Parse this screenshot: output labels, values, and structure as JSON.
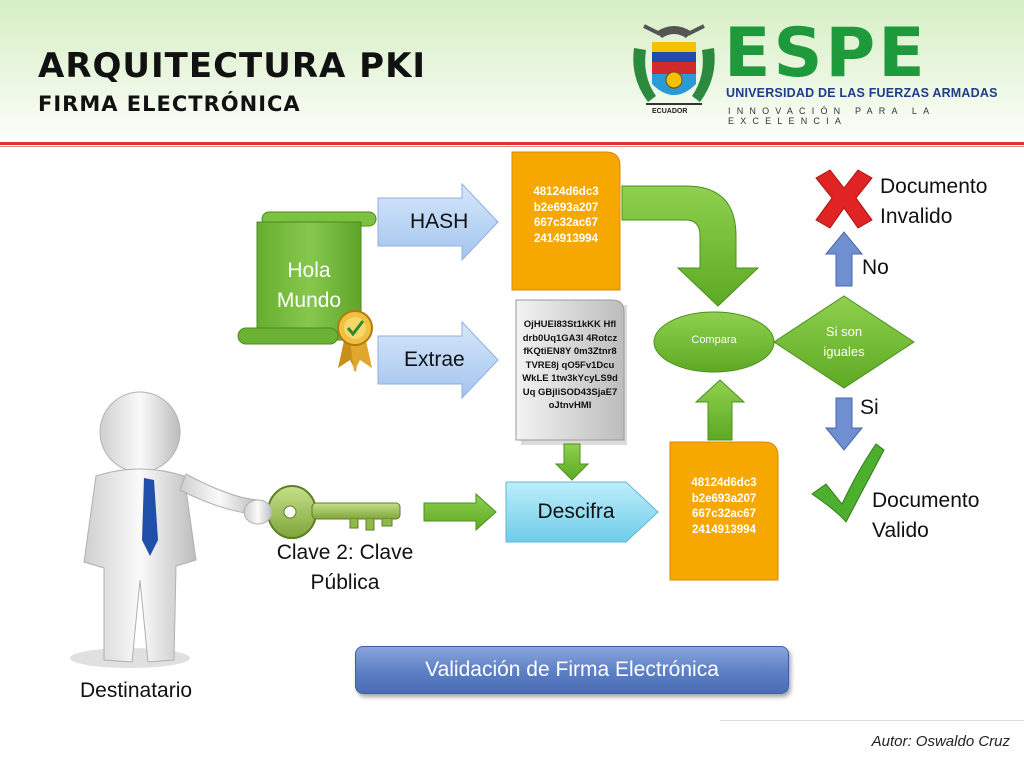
{
  "header": {
    "title": "ARQUITECTURA PKI",
    "subtitle": "FIRMA ELECTRÓNICA"
  },
  "logo": {
    "name": "ESPE",
    "university": "UNIVERSIDAD DE LAS FUERZAS ARMADAS",
    "tagline": "INNOVACIÓN PARA LA EXCELENCIA",
    "seal_label": "ECUADOR",
    "brand_green": "#1e9a3c",
    "brand_blue": "#1e3c8c"
  },
  "diagram": {
    "document_text": "Hola Mundo",
    "hash_label": "HASH",
    "extract_label": "Extrae",
    "hash_value": "48124d6dc3 b2e693a207 667c32ac67 2414913994",
    "hash_value_decrypted": "48124d6dc3 b2e693a207 667c32ac67 2414913994",
    "signature_value": "OjHUEI83St1kKK Hfldrb0Uq1GA3I 4RotczfKQtiEN8Y 0m3Ztnr8TVRE8j qO5Fv1DcuWkLE 1tw3kYcyLS9dUq GBjliSOD43SjaE7 oJtnvHMI",
    "compare_label": "Compara",
    "decision_label": "Si son iguales",
    "no_label": "No",
    "yes_label": "Si",
    "invalid_label": "Documento Invalido",
    "valid_label": "Documento Valido",
    "decrypt_label": "Descifra",
    "key_label": "Clave 2: Clave Pública",
    "recipient_label": "Destinatario",
    "banner": "Validación de Firma Electrónica"
  },
  "footer": {
    "author": "Autor: Oswaldo Cruz"
  },
  "colors": {
    "scroll_green": "#7bc142",
    "arrow_green": "#6abf2f",
    "hash_orange": "#f7a800",
    "arrow_blue": "#aecdf2",
    "decrypt_cyan": "#7fd6ef",
    "compare_green": "#6fbe3a",
    "invalid_red": "#e02424"
  }
}
